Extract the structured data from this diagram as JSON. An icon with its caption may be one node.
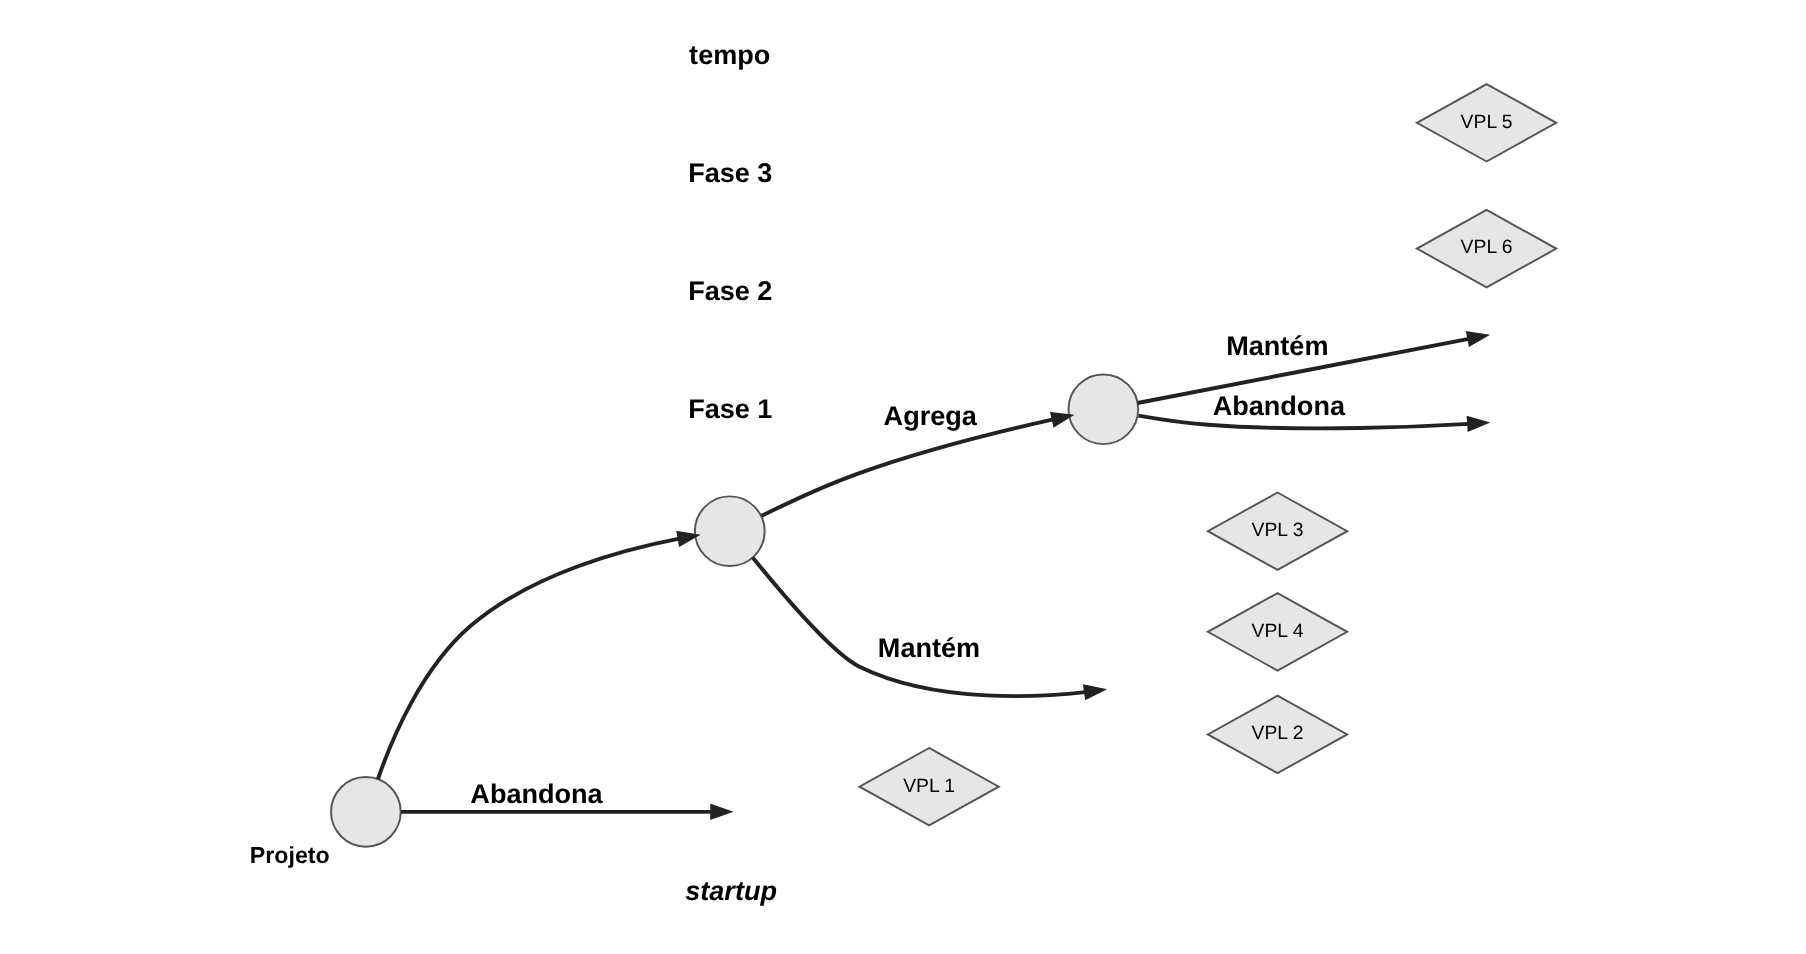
{
  "diagram": {
    "nodes": [
      {
        "text": [],
        "shape": "circle",
        "beside": [
          "Projeto"
        ]
      },
      {
        "text": [],
        "shape": "circle"
      },
      {
        "text": [],
        "shape": "circle"
      },
      {
        "text": [
          "VPL 1"
        ]
      },
      {
        "text": [
          "VPL 2"
        ]
      },
      {
        "text": [
          "VPL 3"
        ]
      },
      {
        "text": [
          "VPL 4"
        ]
      },
      {
        "text": [
          "VPL 5"
        ]
      },
      {
        "text": [
          "VPL 6"
        ]
      }
    ],
    "edges": [
      {
        "from": 0,
        "to": 1,
        "arrow": "to"
      },
      {
        "from": 0,
        "to": null,
        "arrow": "to",
        "label": "Abandona"
      },
      {
        "from": 1,
        "to": null,
        "arrow": "to",
        "label": "Mantém"
      },
      {
        "from": 1,
        "to": 2,
        "arrow": "to",
        "label": "Agrega"
      },
      {
        "from": 2,
        "to": null,
        "arrow": "to",
        "label": "Mantém"
      },
      {
        "from": 2,
        "to": null,
        "arrow": "to",
        "label": "Abandona"
      }
    ],
    "labels": [
      "Fase 1",
      "Fase 2",
      "Fase 3",
      "tempo",
      "startup"
    ]
  }
}
